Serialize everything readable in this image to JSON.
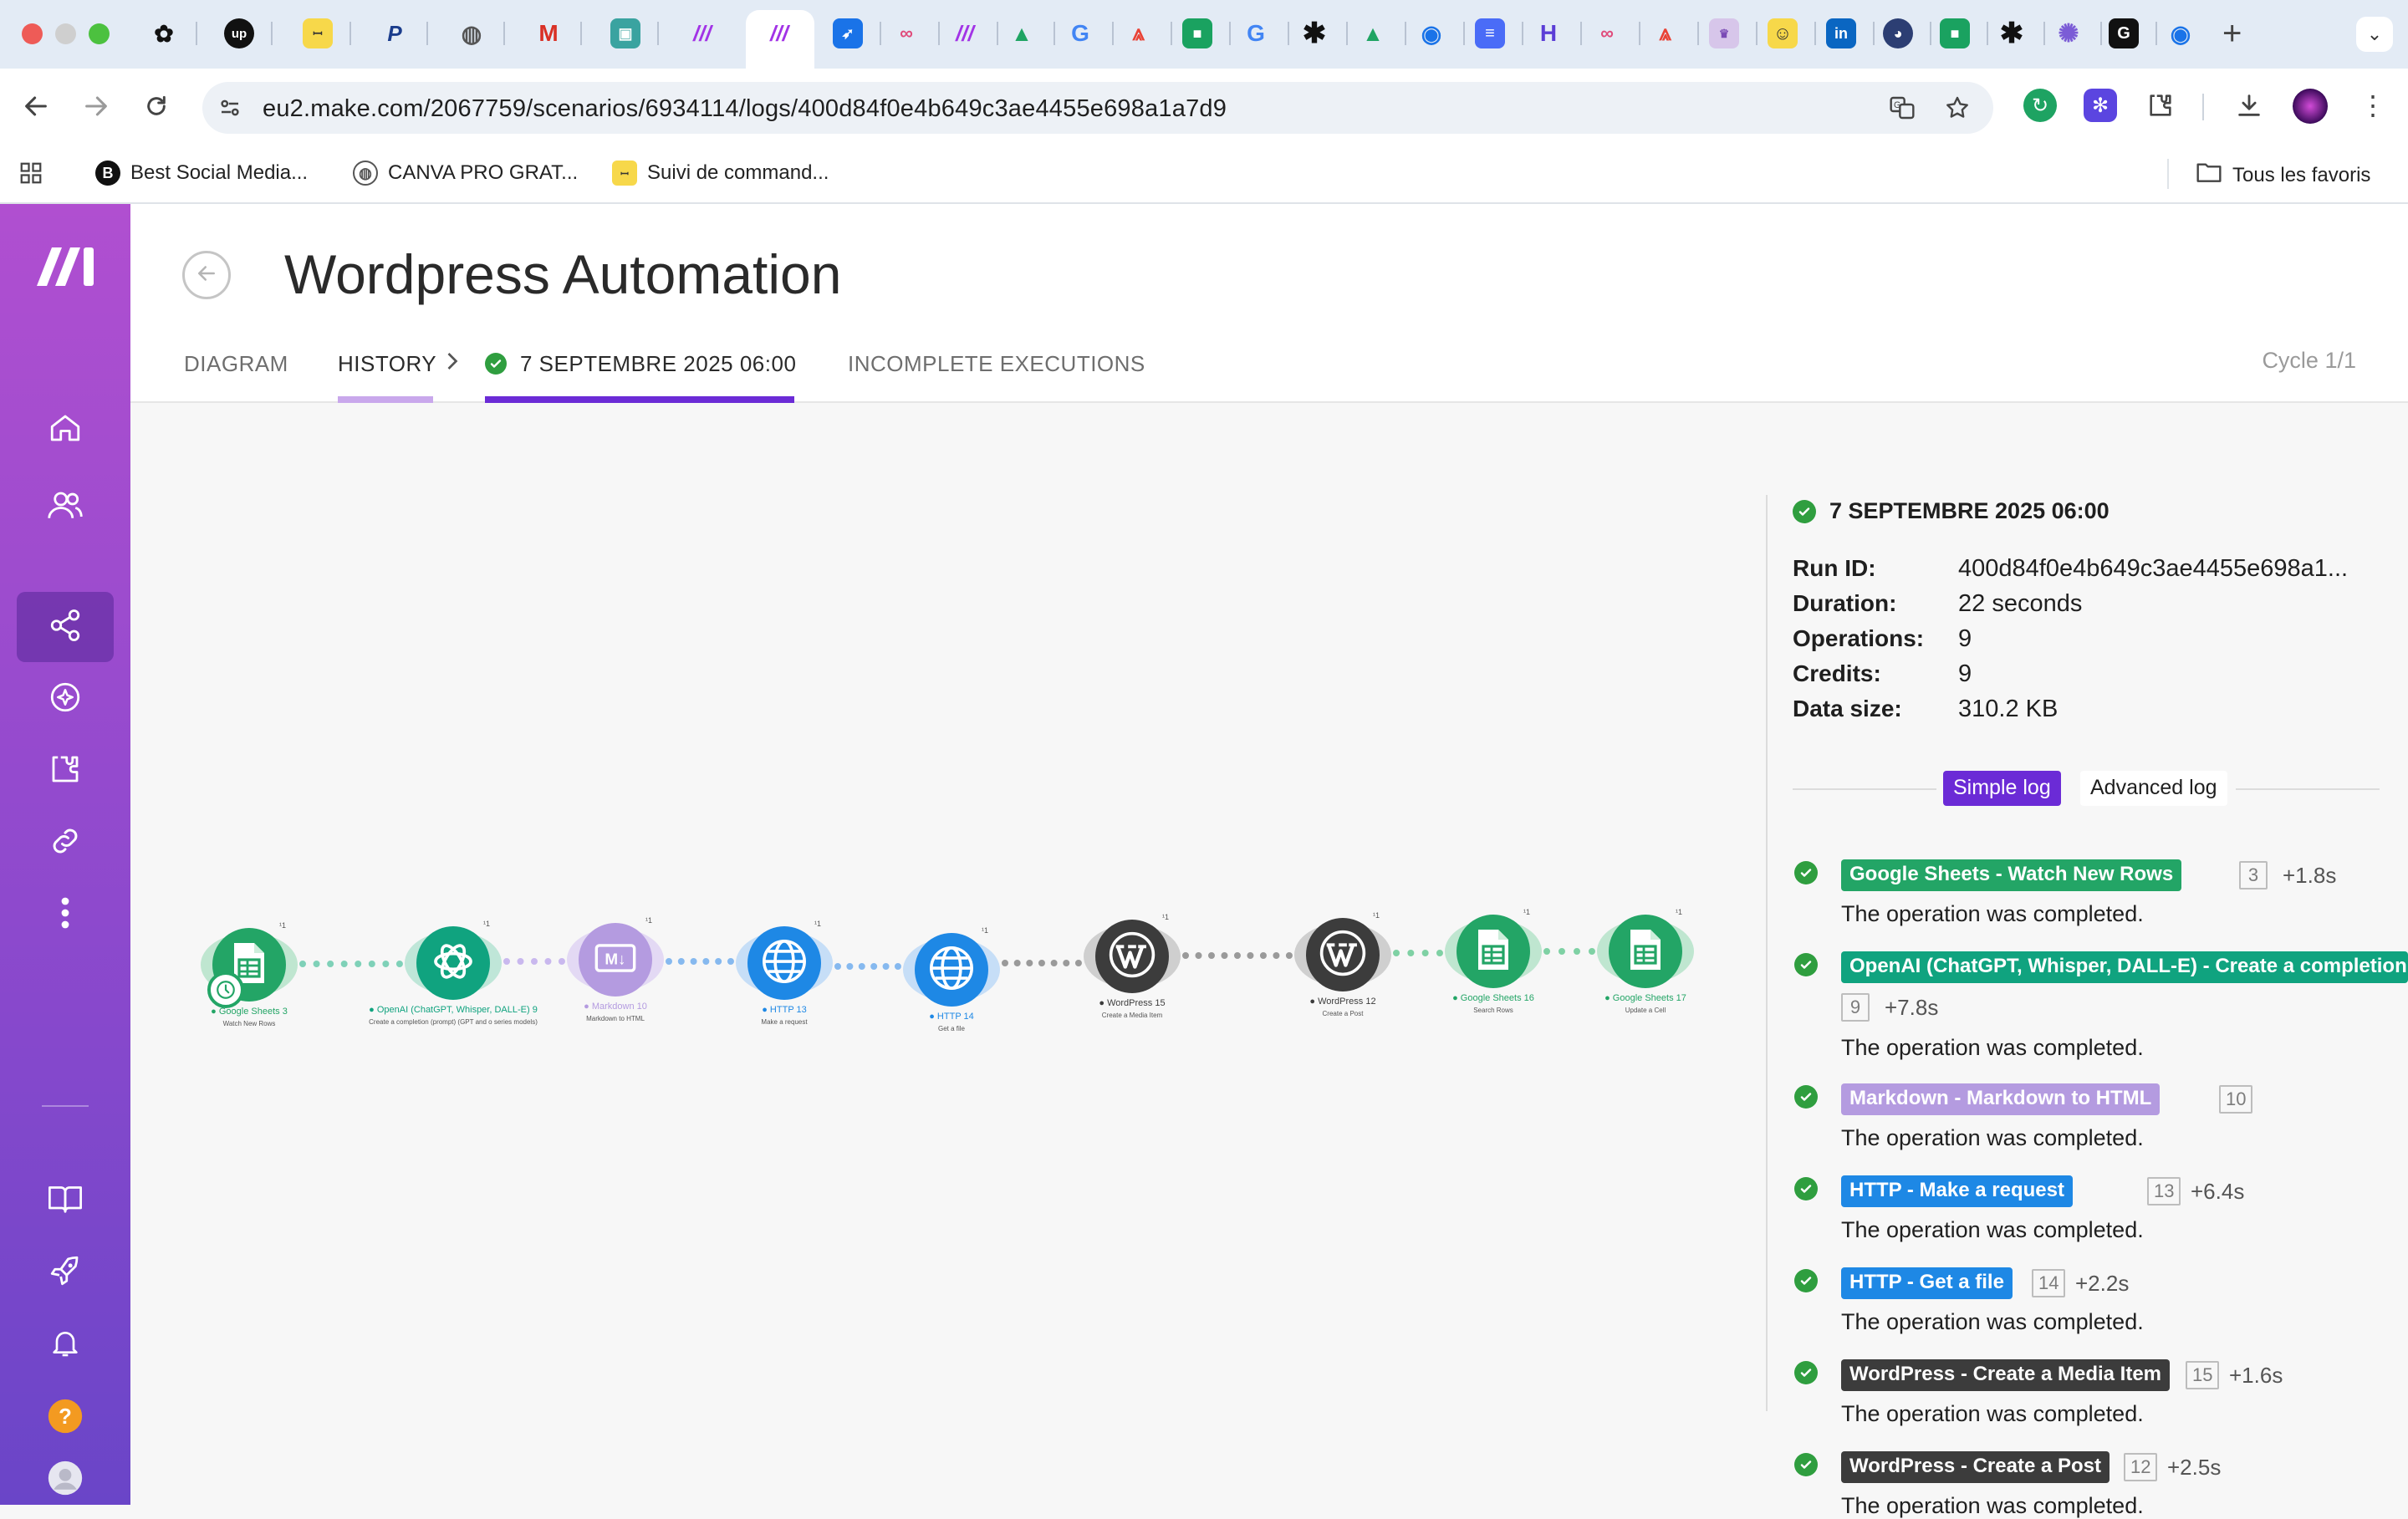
{
  "browser": {
    "url": "eu2.make.com/2067759/scenarios/6934114/logs/400d84f0e4b649c3ae4455e698a1a7d9",
    "bookmarks": [
      {
        "label": "Best Social Media..."
      },
      {
        "label": "CANVA PRO GRAT..."
      },
      {
        "label": "Suivi de command..."
      }
    ],
    "all_bookmarks": "Tous les favoris",
    "new_tab": "+",
    "tab_menu": "⌄"
  },
  "header": {
    "title": "Wordpress Automation",
    "tabs": {
      "diagram": "DIAGRAM",
      "history": "HISTORY",
      "run": "7 SEPTEMBRE 2025 06:00",
      "incomplete": "INCOMPLETE EXECUTIONS"
    },
    "cycle": "Cycle 1/1"
  },
  "colors": {
    "sheets": "#23a566",
    "openai": "#10a37f",
    "markdown": "#b49be0",
    "http": "#1e88e5",
    "wordpress": "#3c3c3c",
    "success": "#2f9e3f",
    "accent": "#6b2bd6"
  },
  "run": {
    "date": "7 SEPTEMBRE 2025 06:00",
    "details": [
      {
        "key": "Run ID:",
        "value": "400d84f0e4b649c3ae4455e698a1..."
      },
      {
        "key": "Duration:",
        "value": "22 seconds"
      },
      {
        "key": "Operations:",
        "value": "9"
      },
      {
        "key": "Credits:",
        "value": "9"
      },
      {
        "key": "Data size:",
        "value": "310.2 KB"
      }
    ],
    "simple_log": "Simple log",
    "advanced_log": "Advanced log"
  },
  "log_entries": [
    {
      "label": "Google Sheets - Watch New Rows",
      "id": "3",
      "delta": "+1.8s",
      "msg": "The operation was completed."
    },
    {
      "label": "OpenAI (ChatGPT, Whisper, DALL-E) - Create a completion",
      "id": "9",
      "delta": "+7.8s",
      "msg": "The operation was completed."
    },
    {
      "label": "Markdown - Markdown to HTML",
      "id": "10",
      "delta": "",
      "msg": "The operation was completed."
    },
    {
      "label": "HTTP - Make a request",
      "id": "13",
      "delta": "+6.4s",
      "msg": "The operation was completed."
    },
    {
      "label": "HTTP - Get a file",
      "id": "14",
      "delta": "+2.2s",
      "msg": "The operation was completed."
    },
    {
      "label": "WordPress - Create a Media Item",
      "id": "15",
      "delta": "+1.6s",
      "msg": "The operation was completed."
    },
    {
      "label": "WordPress - Create a Post",
      "id": "12",
      "delta": "+2.5s",
      "msg": "The operation was completed."
    }
  ],
  "nodes": [
    {
      "app": "Google Sheets",
      "id": "3",
      "sub": "Watch New Rows",
      "badge": "1"
    },
    {
      "app": "OpenAI (ChatGPT, Whisper, DALL-E)",
      "id": "9",
      "sub": "Create a completion (prompt) (GPT and o series models)",
      "badge": "1"
    },
    {
      "app": "Markdown",
      "id": "10",
      "sub": "Markdown to HTML",
      "badge": "1"
    },
    {
      "app": "HTTP",
      "id": "13",
      "sub": "Make a request",
      "badge": "1"
    },
    {
      "app": "HTTP",
      "id": "14",
      "sub": "Get a file",
      "badge": "1"
    },
    {
      "app": "WordPress",
      "id": "15",
      "sub": "Create a Media Item",
      "badge": "1"
    },
    {
      "app": "WordPress",
      "id": "12",
      "sub": "Create a Post",
      "badge": "1"
    },
    {
      "app": "Google Sheets",
      "id": "16",
      "sub": "Search Rows",
      "badge": "1"
    },
    {
      "app": "Google Sheets",
      "id": "17",
      "sub": "Update a Cell",
      "badge": "1"
    }
  ],
  "node_glyphs": {
    "markdown": "M↓"
  }
}
